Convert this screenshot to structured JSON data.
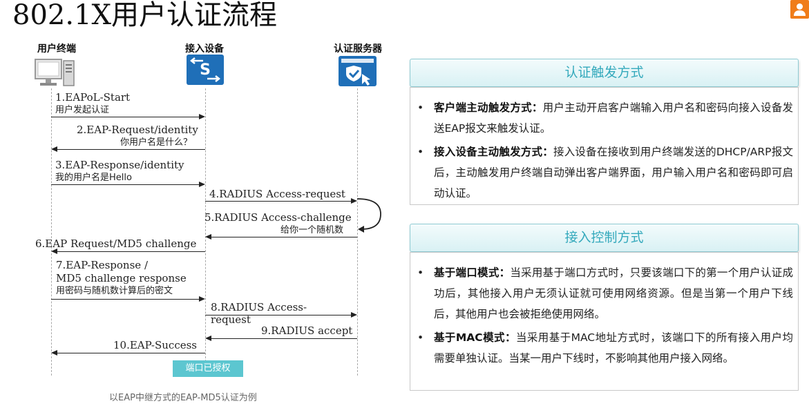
{
  "title": "802.1X用户认证流程",
  "lanes": {
    "terminal": "用户终端",
    "access_device": "接入设备",
    "auth_server": "认证服务器"
  },
  "messages": {
    "m1_a": "1.EAPoL-Start",
    "m1_b": "用户发起认证",
    "m2_a": "2.EAP-Request/identity",
    "m2_b": "你用户名是什么？",
    "m3_a": "3.EAP-Response/identity",
    "m3_b": "我的用户名是Hello",
    "m4": "4.RADIUS Access-request",
    "m5_a": "5.RADIUS Access-challenge",
    "m5_b": "给你一个随机数",
    "m6": "6.EAP Request/MD5 challenge",
    "m7_a": "7.EAP-Response /",
    "m7_b": "MD5 challenge response",
    "m7_c": "用密码与随机数计算后的密文",
    "m8_a": "8.RADIUS Access-",
    "m8_b": "request",
    "m9": "9.RADIUS accept",
    "m10": "10.EAP-Success"
  },
  "port_authorized": "端口已授权",
  "caption": "以EAP中继方式的EAP-MD5认证为例",
  "trigger_panel": {
    "header": "认证触发方式",
    "items": [
      {
        "bold": "客户端主动触发方式：",
        "text": "用户主动开启客户端输入用户名和密码向接入设备发送EAP报文来触发认证。"
      },
      {
        "bold": "接入设备主动触发方式：",
        "text": "接入设备在接收到用户终端发送的DHCP/ARP报文后，主动触发用户终端自动弹出客户端界面，用户输入用户名和密码即可启动认证。"
      }
    ]
  },
  "control_panel": {
    "header": "接入控制方式",
    "items": [
      {
        "bold": "基于端口模式：",
        "text": "当采用基于端口方式时，只要该端口下的第一个用户认证成功后，其他接入用户无须认证就可使用网络资源。但是当第一个用户下线后，其他用户也会被拒绝使用网络。"
      },
      {
        "bold": "基于MAC模式：",
        "text": "当采用基于MAC地址方式时，该端口下的所有接入用户均需要单独认证。当某一用户下线时，不影响其他用户接入网络。"
      }
    ]
  },
  "bullet_char": "•",
  "colors": {
    "accent": "#34a9bc",
    "icon_blue": "#1f6fb8",
    "badge": "#5cc6d0",
    "user_icon": "#f07d1a"
  }
}
